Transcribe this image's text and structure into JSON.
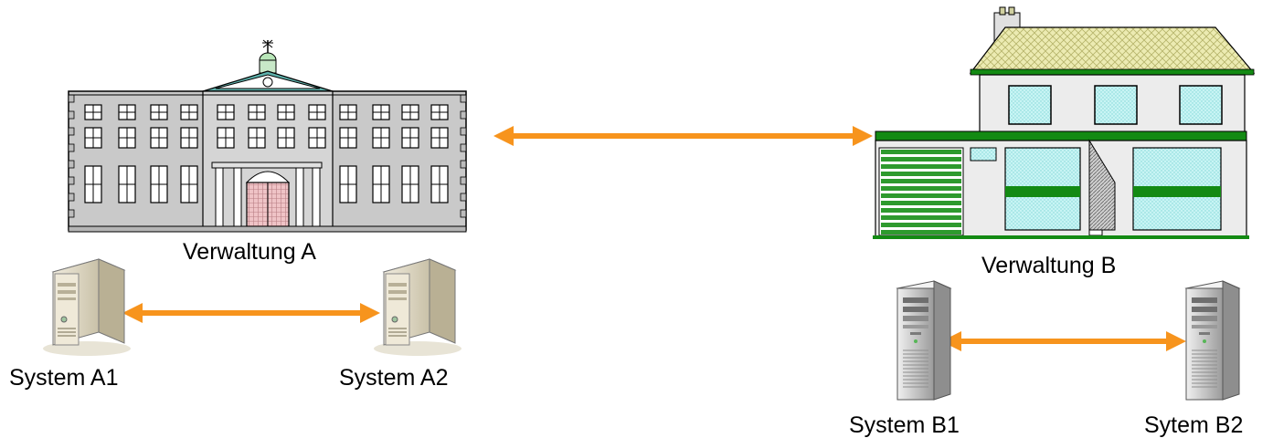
{
  "nodes": {
    "verwaltung_a": {
      "label": "Verwaltung A",
      "icon": "government-building-icon"
    },
    "verwaltung_b": {
      "label": "Verwaltung B",
      "icon": "house-office-icon"
    },
    "system_a1": {
      "label": "System A1",
      "icon": "desktop-server-icon"
    },
    "system_a2": {
      "label": "System A2",
      "icon": "desktop-server-icon"
    },
    "system_b1": {
      "label": "System B1",
      "icon": "tower-server-icon"
    },
    "system_b2": {
      "label": "Sytem B2",
      "icon": "tower-server-icon"
    }
  },
  "connections": [
    {
      "from": "Verwaltung A",
      "to": "Verwaltung B",
      "direction": "bidirectional"
    },
    {
      "from": "System A1",
      "to": "System A2",
      "direction": "bidirectional"
    },
    {
      "from": "System B1",
      "to": "Sytem B2",
      "direction": "bidirectional"
    }
  ],
  "colors": {
    "arrow": "#f7941d",
    "building_a_wall": "#c8c8c8",
    "building_a_roof": "#4a9f9a",
    "building_a_door": "#e8b4b8",
    "building_b_roof": "#e6e6a0",
    "building_b_trim": "#138a13",
    "building_b_glass": "#bff2f2",
    "server_desktop": "#e2dcc8",
    "server_tower": "#d8d8d8"
  }
}
